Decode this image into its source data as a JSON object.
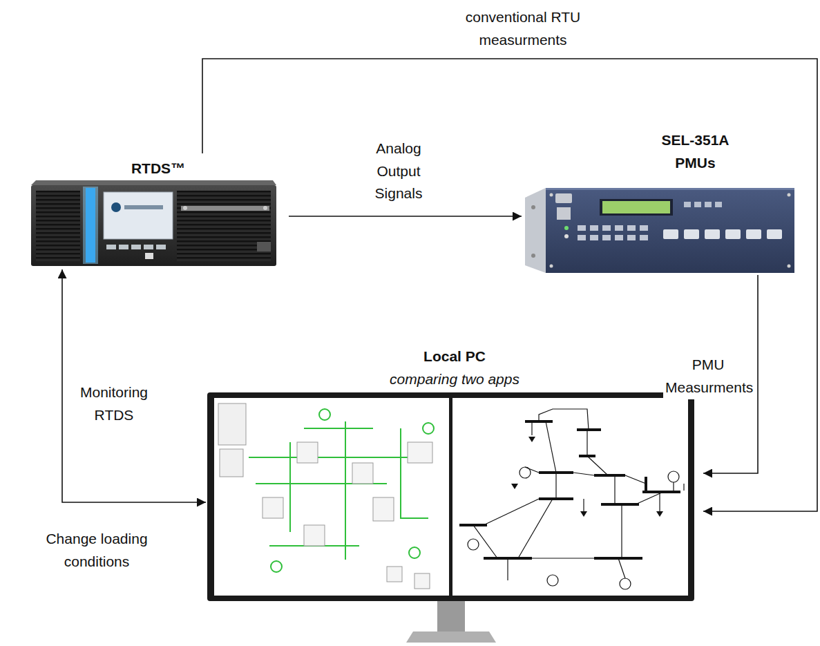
{
  "diagram": {
    "nodes": [
      {
        "text": [
          "RTDS™"
        ]
      },
      {
        "text": [
          "SEL-351A PMUs"
        ]
      },
      {
        "text": [
          "Local PC",
          "comparing two apps"
        ]
      }
    ],
    "edges": [
      {
        "from": 0,
        "to": 1,
        "arrow": "to",
        "label": "Analog Output Signals"
      },
      {
        "from": 0,
        "to": 2,
        "arrow": "to",
        "label": "conventional RTU measurments"
      },
      {
        "from": 1,
        "to": 2,
        "arrow": "to",
        "label": "PMU Measurments"
      },
      {
        "from": 2,
        "to": 0,
        "arrow": "both",
        "label": "Monitoring RTDS"
      }
    ],
    "labels": [
      "Change loading conditions"
    ]
  }
}
